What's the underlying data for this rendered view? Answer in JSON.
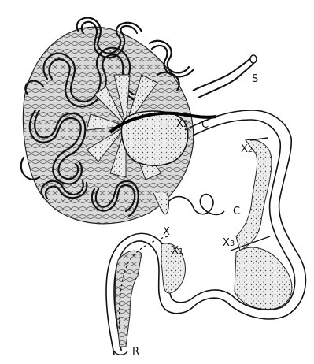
{
  "figure": {
    "labels": {
      "s": "S",
      "c": "C",
      "r": "R",
      "x": "X",
      "x1": "X",
      "x1_sub": "1",
      "x2": "X",
      "x2_sub": "2",
      "x2_center": "X",
      "x2_center_sub": "2",
      "x3": "X",
      "x3_sub": "3",
      "c_small": "C"
    },
    "colors": {
      "stroke": "#1a1a1a",
      "fill_stipple": "#cfcfcf",
      "fill_tube": "#ffffff"
    }
  }
}
